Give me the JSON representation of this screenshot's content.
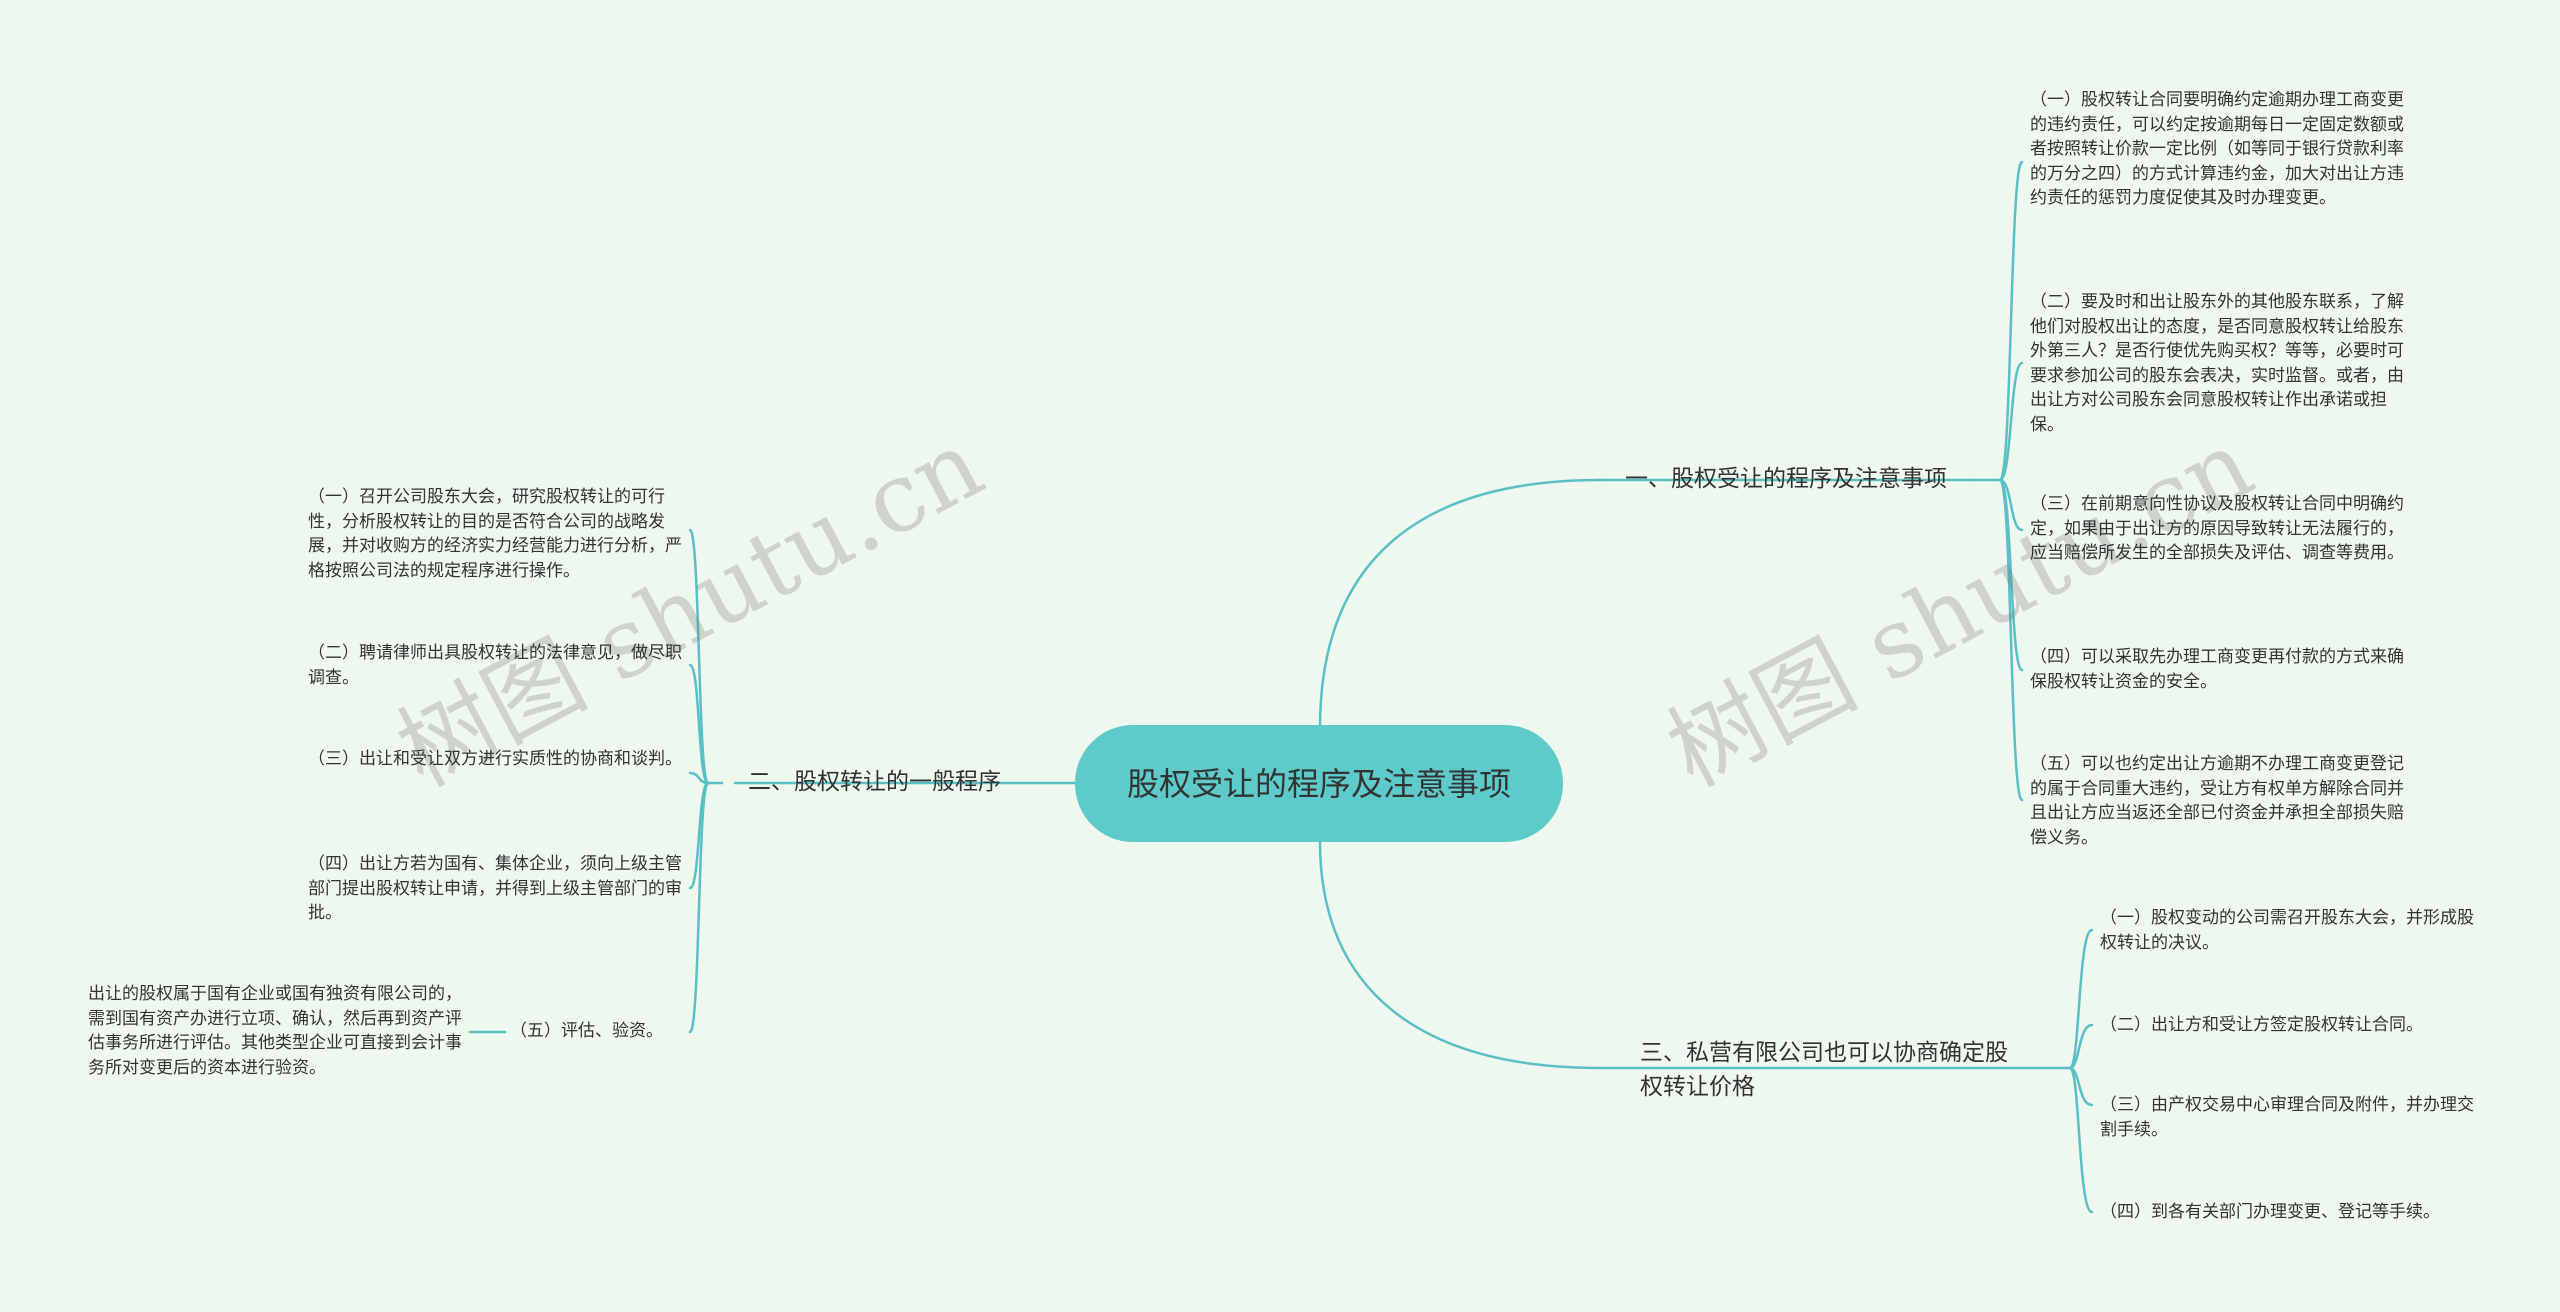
{
  "root": {
    "label": "股权受让的程序及注意事项"
  },
  "branches": {
    "b1": {
      "label": "一、股权受让的程序及注意事项",
      "items": [
        "（一）股权转让合同要明确约定逾期办理工商变更的违约责任，可以约定按逾期每日一定固定数额或者按照转让价款一定比例（如等同于银行贷款利率的万分之四）的方式计算违约金，加大对出让方违约责任的惩罚力度促使其及时办理变更。",
        "（二）要及时和出让股东外的其他股东联系，了解他们对股权出让的态度，是否同意股权转让给股东外第三人？是否行使优先购买权？等等，必要时可要求参加公司的股东会表决，实时监督。或者，由出让方对公司股东会同意股权转让作出承诺或担保。",
        "（三）在前期意向性协议及股权转让合同中明确约定，如果由于出让方的原因导致转让无法履行的，应当赔偿所发生的全部损失及评估、调查等费用。",
        "（四）可以采取先办理工商变更再付款的方式来确保股权转让资金的安全。",
        "（五）可以也约定出让方逾期不办理工商变更登记的属于合同重大违约，受让方有权单方解除合同并且出让方应当返还全部已付资金并承担全部损失赔偿义务。"
      ]
    },
    "b2": {
      "label": "二、股权转让的一般程序",
      "items": [
        "（一）召开公司股东大会，研究股权转让的可行性，分析股权转让的目的是否符合公司的战略发展，并对收购方的经济实力经营能力进行分析，严格按照公司法的规定程序进行操作。",
        "（二）聘请律师出具股权转让的法律意见，做尽职调查。",
        "（三）出让和受让双方进行实质性的协商和谈判。",
        "（四）出让方若为国有、集体企业，须向上级主管部门提出股权转让申请，并得到上级主管部门的审批。",
        "（五）评估、验资。"
      ],
      "sub_note": "出让的股权属于国有企业或国有独资有限公司的，需到国有资产办进行立项、确认，然后再到资产评估事务所进行评估。其他类型企业可直接到会计事务所对变更后的资本进行验资。"
    },
    "b3": {
      "label": "三、私营有限公司也可以协商确定股权转让价格",
      "items": [
        "（一）股权变动的公司需召开股东大会，并形成股权转让的决议。",
        "（二）出让方和受让方签定股权转让合同。",
        "（三）由产权交易中心审理合同及附件，并办理交割手续。",
        "（四）到各有关部门办理变更、登记等手续。"
      ]
    }
  },
  "watermark": {
    "text_left": "树图 shutu.cn",
    "text_right": "树图 shutu.cn"
  },
  "colors": {
    "line": "#5bbfc6",
    "root_fill": "#5ecaca",
    "background": "#eef8ef"
  }
}
